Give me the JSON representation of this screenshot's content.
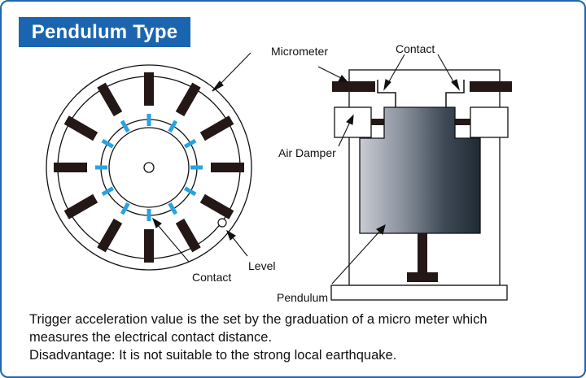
{
  "title": "Pendulum Type",
  "labels": {
    "micrometer": "Micrometer",
    "contact_top": "Contact",
    "air_damper": "Air Damper",
    "pendulum": "Pendulum",
    "level": "Level",
    "contact_bottom": "Contact"
  },
  "description": [
    "Trigger acceleration value is the set by the graduation of a micro meter which",
    "measures the electrical contact distance.",
    "Disadvantage: It is not suitable to the strong local earthquake."
  ],
  "colors": {
    "accent": "#1b65b0",
    "contact_tick": "#29a3e0",
    "micrometer_bar": "#231815"
  }
}
